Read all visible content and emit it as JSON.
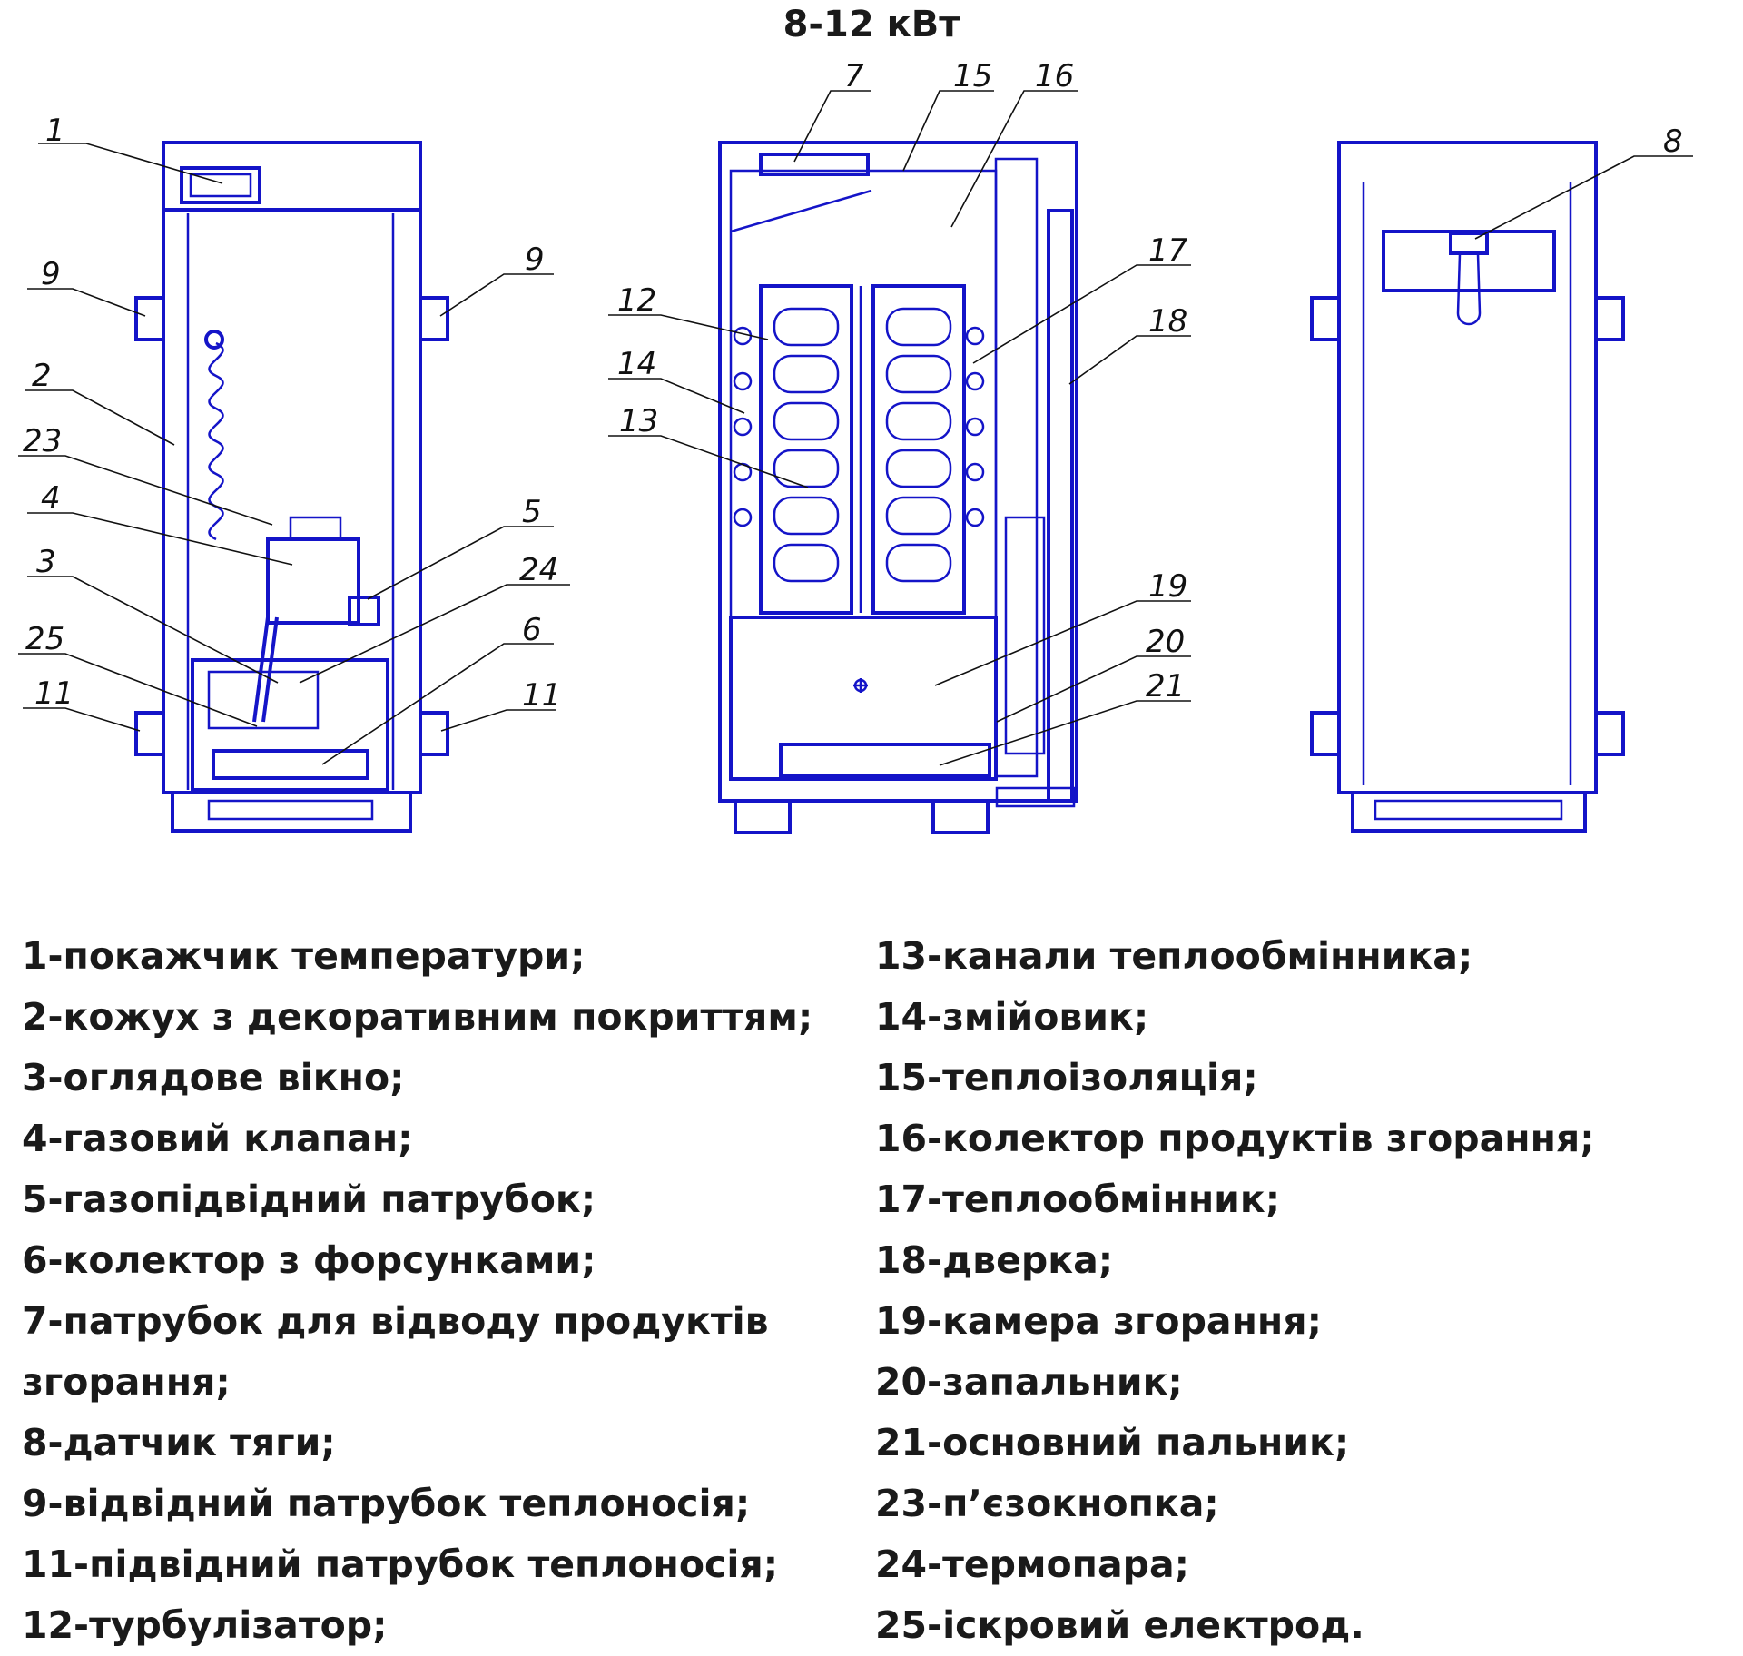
{
  "title": "8-12 кВт",
  "callouts": [
    "1",
    "2",
    "3",
    "4",
    "5",
    "6",
    "7",
    "8",
    "9",
    "11",
    "12",
    "13",
    "14",
    "15",
    "16",
    "17",
    "18",
    "19",
    "20",
    "21",
    "23",
    "24",
    "25"
  ],
  "legend_left": [
    "1-покажчик температури;",
    "2-кожух з декоративним покриттям;",
    "3-оглядове вікно;",
    "4-газовий клапан;",
    "5-газопідвідний патрубок;",
    "6-колектор з форсунками;",
    "7-патрубок для відводу продуктів",
    "згорання;",
    "8-датчик тяги;",
    "9-відвідний патрубок теплоносія;",
    "11-підвідний патрубок теплоносія;",
    "12-турбулізатор;"
  ],
  "legend_right": [
    "13-канали теплообмінника;",
    "14-змійовик;",
    "15-теплоізоляція;",
    "16-колектор продуктів згорання;",
    "17-теплообмінник;",
    "18-дверка;",
    "19-камера згорання;",
    "20-запальник;",
    "21-основний пальник;",
    "23-п’єзокнопка;",
    "24-термопара;",
    "25-іскровий електрод."
  ],
  "colors": {
    "drawing_ink": "#1414c8",
    "text": "#1a1a1a"
  }
}
